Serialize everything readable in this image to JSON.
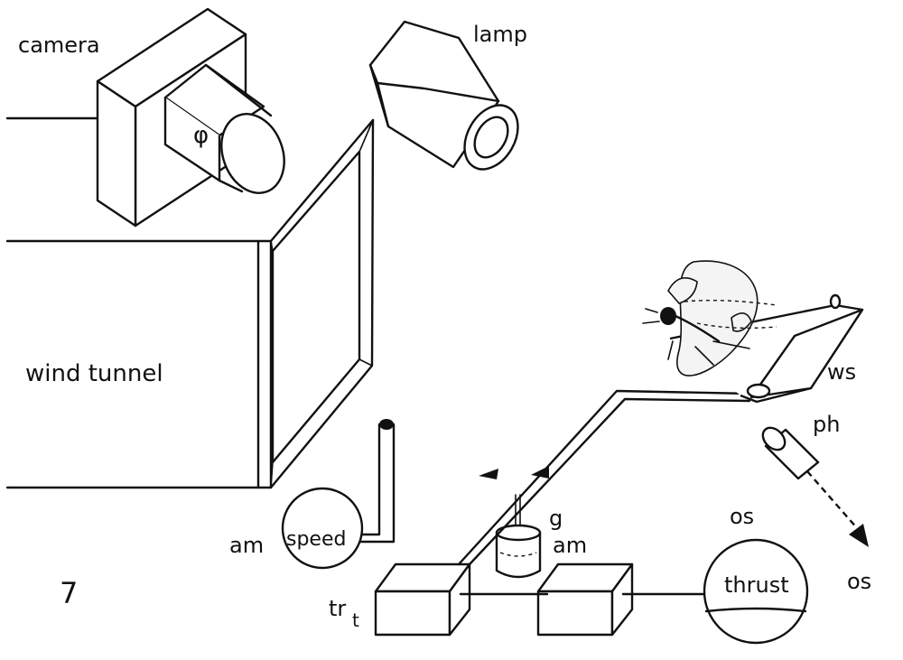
{
  "figure_number": "7",
  "labels": {
    "camera": "camera",
    "lamp": "lamp",
    "camera_symbol": "φ",
    "wind_tunnel": "wind tunnel",
    "speed": "speed",
    "am_left": "am",
    "am_right": "am",
    "g": "g",
    "tr": "tr",
    "tr_sub": "t",
    "thrust": "thrust",
    "os_top": "os",
    "os_right": "os",
    "ph": "ph",
    "ws": "ws"
  }
}
